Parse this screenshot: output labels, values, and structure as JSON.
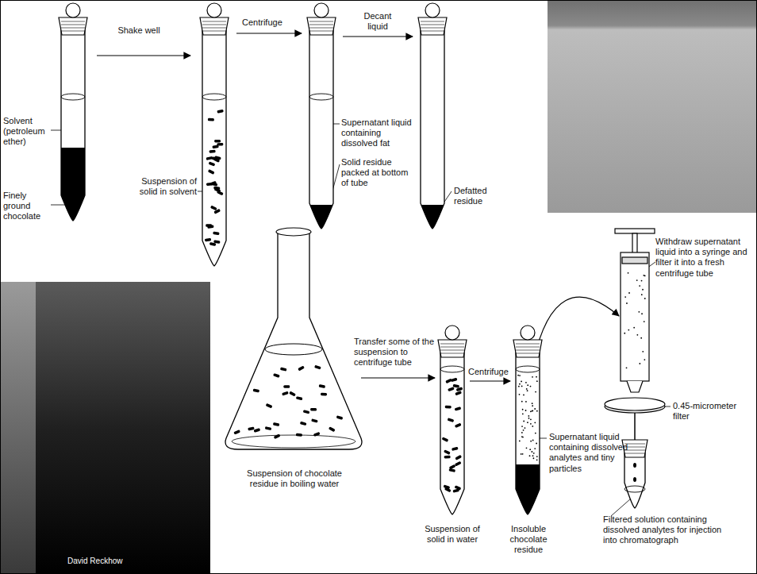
{
  "diagram": {
    "labels": [
      "Shake well",
      "Centrifuge",
      "Decant liquid",
      "Solvent (petroleum ether)",
      "Finely ground chocolate",
      "Suspension of solid in solvent",
      "Supernatant liquid containing dissolved fat",
      "Solid residue packed at bottom of tube",
      "Defatted residue",
      "Withdraw supernatant liquid into a syringe and filter it into a fresh centrifuge tube",
      "Transfer some of the suspension to centrifuge tube",
      "Centrifuge",
      "0.45-micrometer filter",
      "Supernatant liquid containing dissolved analytes and tiny particles",
      "Suspension of chocolate residue in boiling water",
      "Suspension of solid in water",
      "Insoluble chocolate residue",
      "Filtered solution containing dissolved analytes for injection into chromatograph",
      "David Reckhow"
    ]
  }
}
